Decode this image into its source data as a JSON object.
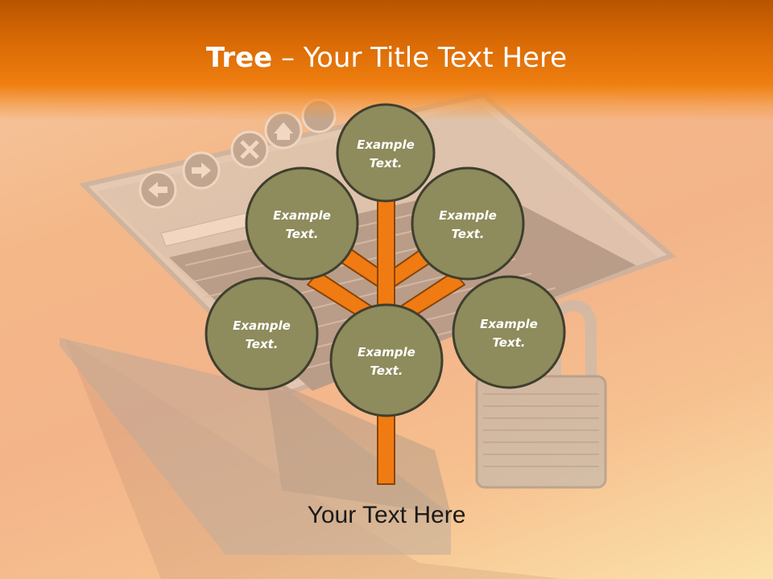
{
  "slide": {
    "title_bold": "Tree",
    "title_rest": " – Your Title Text Here",
    "footer_text": "Your Text Here"
  },
  "tree": {
    "nodes": [
      {
        "line1": "Example",
        "line2": "Text."
      },
      {
        "line1": "Example",
        "line2": "Text."
      },
      {
        "line1": "Example",
        "line2": "Text."
      },
      {
        "line1": "Example",
        "line2": "Text."
      },
      {
        "line1": "Example",
        "line2": "Text."
      },
      {
        "line1": "Example",
        "line2": "Text."
      }
    ]
  },
  "colors": {
    "header_orange": "#e8760c",
    "trunk_orange": "#f07b12",
    "node_fill": "#8e8b5c",
    "node_stroke": "#4a4a36"
  },
  "icons": [
    "back-arrow-icon",
    "forward-arrow-icon",
    "stop-icon",
    "home-icon",
    "padlock-icon"
  ]
}
